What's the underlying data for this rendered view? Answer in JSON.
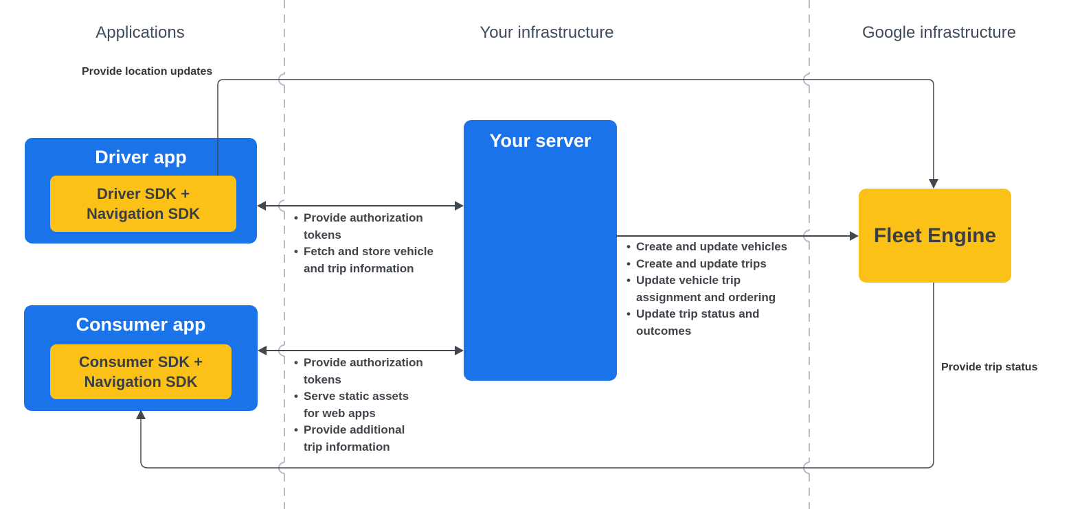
{
  "zones": {
    "applications": "Applications",
    "your_infrastructure": "Your infrastructure",
    "google_infrastructure": "Google infrastructure"
  },
  "nodes": {
    "driver_app": {
      "title": "Driver app",
      "sdk": "Driver SDK +\nNavigation SDK"
    },
    "consumer_app": {
      "title": "Consumer app",
      "sdk": "Consumer SDK +\nNavigation SDK"
    },
    "your_server": {
      "title": "Your server"
    },
    "fleet_engine": {
      "title": "Fleet Engine"
    }
  },
  "edges": {
    "provide_location_updates": "Provide location updates",
    "provide_trip_status": "Provide trip status",
    "driver_server_bullets": [
      "Provide authorization\ntokens",
      "Fetch and store vehicle\nand trip information"
    ],
    "consumer_server_bullets": [
      "Provide authorization\ntokens",
      "Serve static assets\nfor web apps",
      "Provide additional\ntrip information"
    ],
    "server_fleet_bullets": [
      "Create and update vehicles",
      "Create and update trips",
      "Update vehicle trip\nassignment and ordering",
      "Update trip status and\noutcomes"
    ]
  },
  "colors": {
    "blue": "#1a73e8",
    "yellow": "#fcc117",
    "line": "#40474f",
    "dashed": "#b7bcc4",
    "text-dark": "#3a3f46",
    "header": "#414c5b",
    "label": "#33363a"
  }
}
